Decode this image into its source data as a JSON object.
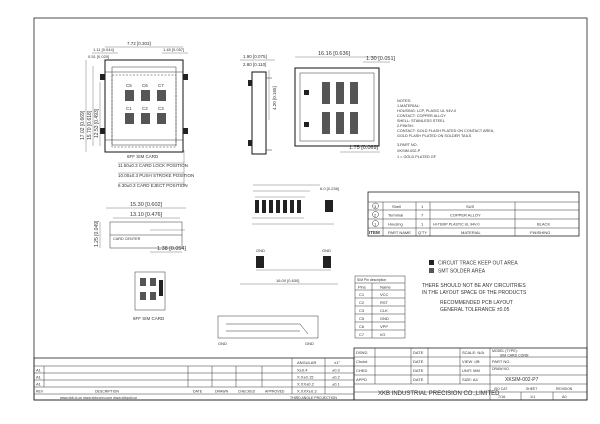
{
  "top_view": {
    "dim_w1": "7.72 [0.303]",
    "dim_w2": "1.11 [0.044]",
    "dim_w3": "1.45 [0.057]",
    "dim_h_top": "0.51 [0.020]",
    "dim_h1": "17.02 [0.669]",
    "dim_h2": "15.70 [0.618]",
    "dim_h3": "12.53 [0.493]",
    "contacts_top": [
      "C5",
      "C6",
      "C7"
    ],
    "contacts_bottom": [
      "C1",
      "C2",
      "C3"
    ],
    "card_label": "6FF SIM CARD",
    "pos1": "11.50±0.3 CARD LOCK POSITION",
    "pos2": "10.00±0.3 PUSH STROKE POSITION",
    "pos3": "6.30±0.3 CARD EJECT POSITION"
  },
  "side_view": {
    "dim_a": "1.90 [0.075]",
    "dim_b": "2.80 [0.110]",
    "dim_c": "4.20 [0.165]"
  },
  "right_view": {
    "dim_w": "16.16 [0.636]",
    "dim_r": "1.30 [0.051]",
    "dim_bottom": "1.75 [0.069]"
  },
  "notes": {
    "lines": [
      "NOTES:",
      "1.MATERIAL:",
      "  HOUSING: LCP, PLASIC UL 94V-0",
      "  CONTACT: COPPER ALLOY",
      "  SHELL: STAINLESS STEEL",
      "2.FINISH:",
      "  CONTACT: GOLD FLASH PLATED ON CONTACT AREA,",
      "  GOLD FLASH PLATED ON SOLDER TAILS",
      "3.PART NO.",
      "  XKSIM-002-P",
      "       1 = GOLD PLATED GF"
    ]
  },
  "bom": {
    "rows": [
      {
        "item": "3",
        "name": "Shell",
        "qty": "1",
        "material": "SUS",
        "finish": ""
      },
      {
        "item": "2",
        "name": "Terminal",
        "qty": "7",
        "material": "COPPER ALLOY",
        "finish": ""
      },
      {
        "item": "1",
        "name": "Housing",
        "qty": "1",
        "material": "HI-TEMP PLASTIC UL 94V-0",
        "finish": "BLACK"
      }
    ],
    "header": {
      "item": "ITEM",
      "name": "PART NAME",
      "qty": "Q'TY",
      "material": "MATERIAL",
      "finish": "FINISHING"
    }
  },
  "pcb_view": {
    "dim_a": "15.30 [0.602]",
    "dim_b": "13.10 [0.476]",
    "dim_c": "1.25 [0.049]",
    "dim_d": "1.38 [0.054]",
    "card_center": "CARD CENTER",
    "sub_label": "6FF SIM CARD"
  },
  "layout_view": {
    "gnd_labels": [
      "GND",
      "GND",
      "GND",
      "GND"
    ],
    "dim_bottom": "16.00 [0.630]",
    "dim_mid": "6.0 [0.236]"
  },
  "legend": {
    "keepout": "CIRCUIT TRACE KEEP OUT AREA",
    "solder": "SMT SOLDER AREA",
    "warn1": "THERE SHOULD NOT BE ANY CIRCUITRIES",
    "warn2": "IN THE LAYOUT SPACE OF THE PRODUCTS",
    "rec1": "RECOMMENDED PCB LAYOUT",
    "rec2": "GENERAL TOLERANCE ±0.05"
  },
  "pin_table": {
    "caption": "SIM Pin description",
    "header": [
      "Pins",
      "Name"
    ],
    "rows": [
      [
        "C1",
        "VCC"
      ],
      [
        "C2",
        "RST"
      ],
      [
        "C3",
        "CLK"
      ],
      [
        "C5",
        "GND"
      ],
      [
        "C6",
        "VPP"
      ],
      [
        "C7",
        "I/O"
      ]
    ]
  },
  "title_block": {
    "company": "XKB INDUSTRIAL PRECISION CO.,LIMITED",
    "model_label": "MODEL (TYPE):",
    "model_value": "SIM CARD CONN",
    "part_no_label": "PART NO.",
    "drawing_no_label": "DRAW NO.",
    "drawing_no": "XKSIM-002-P7",
    "scale_label": "SCALE: N/A",
    "unit_label": "UNIT: MM",
    "size_label": "SIZE: A4",
    "rows": [
      "DSND",
      "Chckd",
      "CHKD",
      "APPD"
    ],
    "date_label": "DATE",
    "angle_label": "ANGULAR",
    "tol_rows": [
      "X±0.4",
      "X.X±0.15",
      "X.XX±0.2",
      "X.XXX±0.3"
    ],
    "tol_vals": [
      "±1°",
      "±0.3",
      "±0.2",
      "±0.1"
    ],
    "sheet_cols": [
      "ISO CAT",
      "SHEET",
      "REVISION"
    ],
    "sheet_vals": [
      "7/16",
      "1/1",
      "A0"
    ],
    "rev_rows": [
      "A1",
      "A1",
      "A1"
    ],
    "rev_header": [
      "REV",
      "DESCRIPTION",
      "DATE",
      "DRAWN",
      "CHECKED",
      "APPROVED"
    ],
    "website": "www.xkb-ic.cn    www.xkbconn.com    www.xkbpcb.cn",
    "third_angle": "THIRD ANGLE PROJECTION"
  }
}
